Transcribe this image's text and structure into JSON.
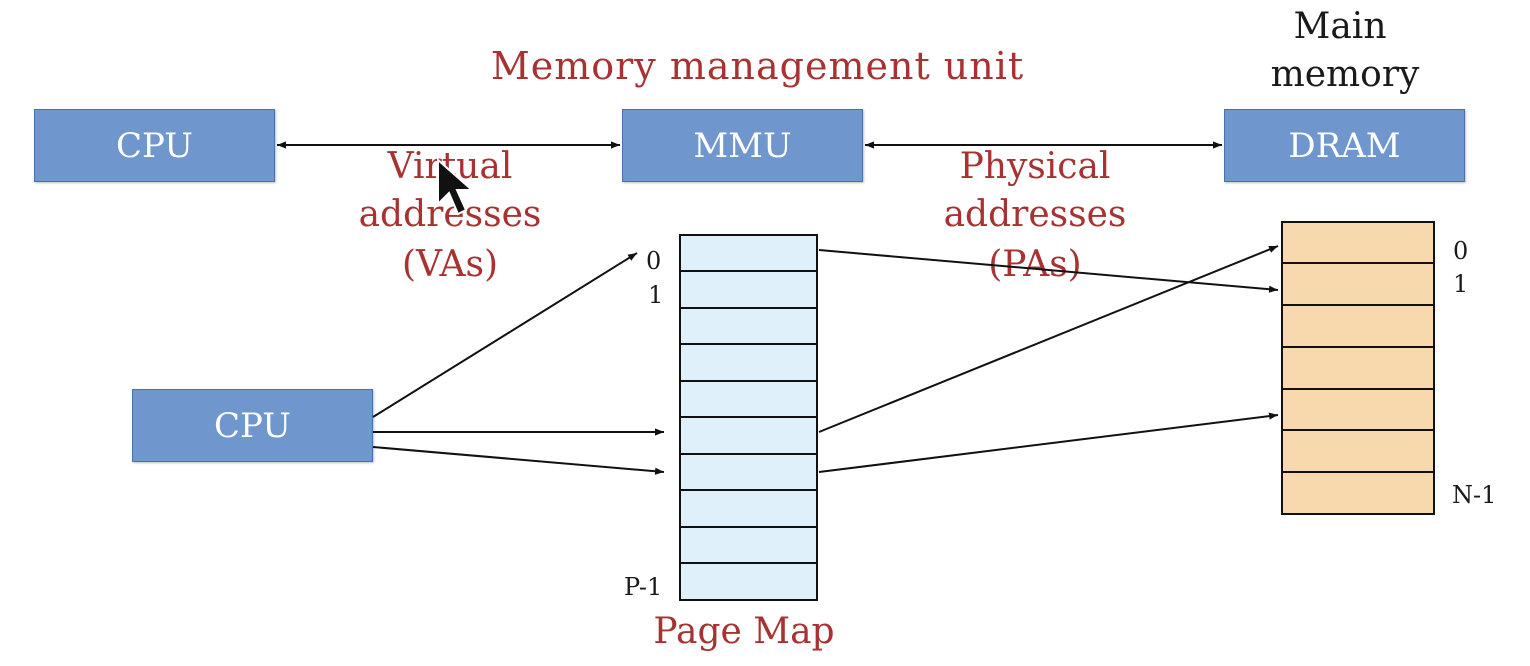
{
  "top_row": {
    "cpu_label": "CPU",
    "mmu_label": "MMU",
    "dram_label": "DRAM"
  },
  "titles": {
    "mmu_title": "Memory management unit",
    "main_memory_line1": "Main",
    "main_memory_line2": "memory"
  },
  "address_labels": {
    "virtual_line1": "Virtual",
    "virtual_line2": "addresses",
    "virtual_line3": "(VAs)",
    "physical_line1": "Physical",
    "physical_line2": "addresses",
    "physical_line3": "(PAs)"
  },
  "bottom": {
    "cpu_label": "CPU",
    "page_map_label": "Page Map",
    "page_map_index_first": "0",
    "page_map_index_second": "1",
    "page_map_index_last": "P-1",
    "memory_index_first": "0",
    "memory_index_second": "1",
    "memory_index_last": "N-1"
  },
  "colors": {
    "box_fill": "#6f97cd",
    "label_red": "#a83232",
    "page_map_fill": "#dff0fb",
    "memory_fill": "#f8d8ad"
  }
}
